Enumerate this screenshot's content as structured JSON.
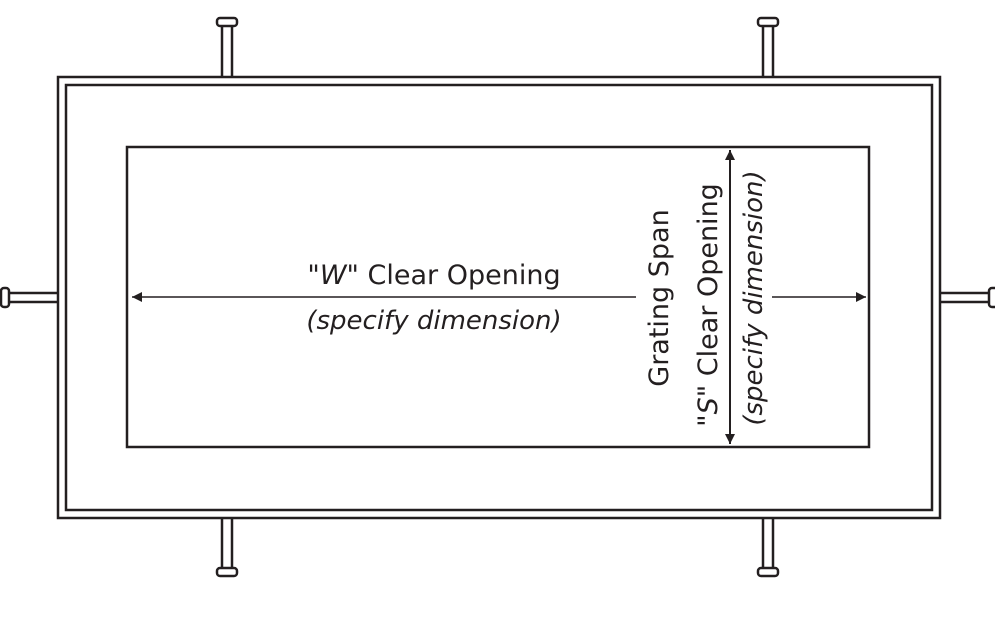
{
  "colors": {
    "stroke": "#231f20",
    "background": "#ffffff"
  },
  "width_dimension": {
    "quote_open": "\"",
    "letter": "W",
    "quote_close": "\"",
    "rest": " Clear Opening",
    "note": "(specify dimension)"
  },
  "span_dimension": {
    "title": "Grating Span",
    "quote_open": "\"",
    "letter": "S",
    "quote_close": "\"",
    "rest": " Clear Opening",
    "note": "(specify dimension)"
  }
}
